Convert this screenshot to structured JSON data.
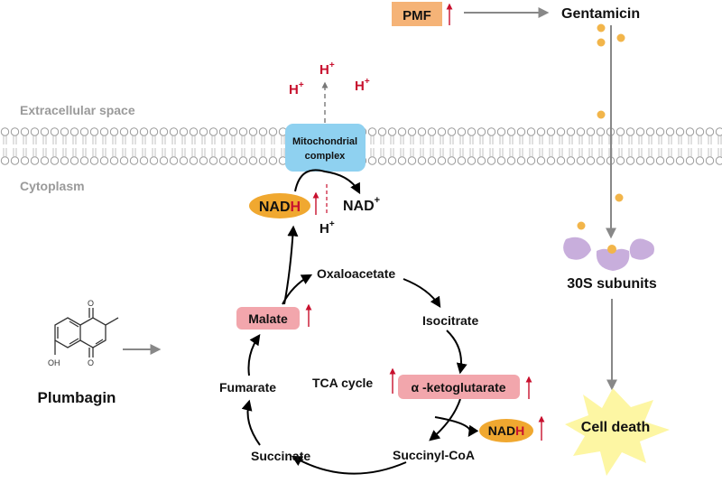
{
  "membrane": {
    "extracellular_label": "Extracellular space",
    "cytoplasm_label": "Cytoplasm"
  },
  "complex": {
    "line1": "Mitochondrial",
    "line2": "complex"
  },
  "protons": {
    "symbol": "H",
    "charge": "+"
  },
  "nad": {
    "nadh_main": "NAD",
    "nadh_h": "H",
    "nad_plus": "NAD",
    "plus": "+"
  },
  "tca": {
    "cycle_label": "TCA cycle",
    "oxaloacetate": "Oxaloacetate",
    "isocitrate": "Isocitrate",
    "akg": "α -ketoglutarate",
    "succinyl": "Succinyl-CoA",
    "succinate": "Succinate",
    "fumarate": "Fumarate",
    "malate": "Malate"
  },
  "drug": {
    "name": "Plumbagin",
    "oh": "OH"
  },
  "pathway": {
    "pmf": "PMF",
    "gentamicin": "Gentamicin",
    "ribosome": "30S subunits",
    "outcome": "Cell death"
  },
  "colors": {
    "complex_box": "#8fd1f0",
    "nadh_ellipse": "#f0a830",
    "pink_box": "#f2a6ac",
    "pmf_box": "#f5b377",
    "red_arrow": "#c8102e",
    "drug_dot": "#f2b54a",
    "ribosome": "#c8aedc",
    "star": "#fdf6a3"
  }
}
